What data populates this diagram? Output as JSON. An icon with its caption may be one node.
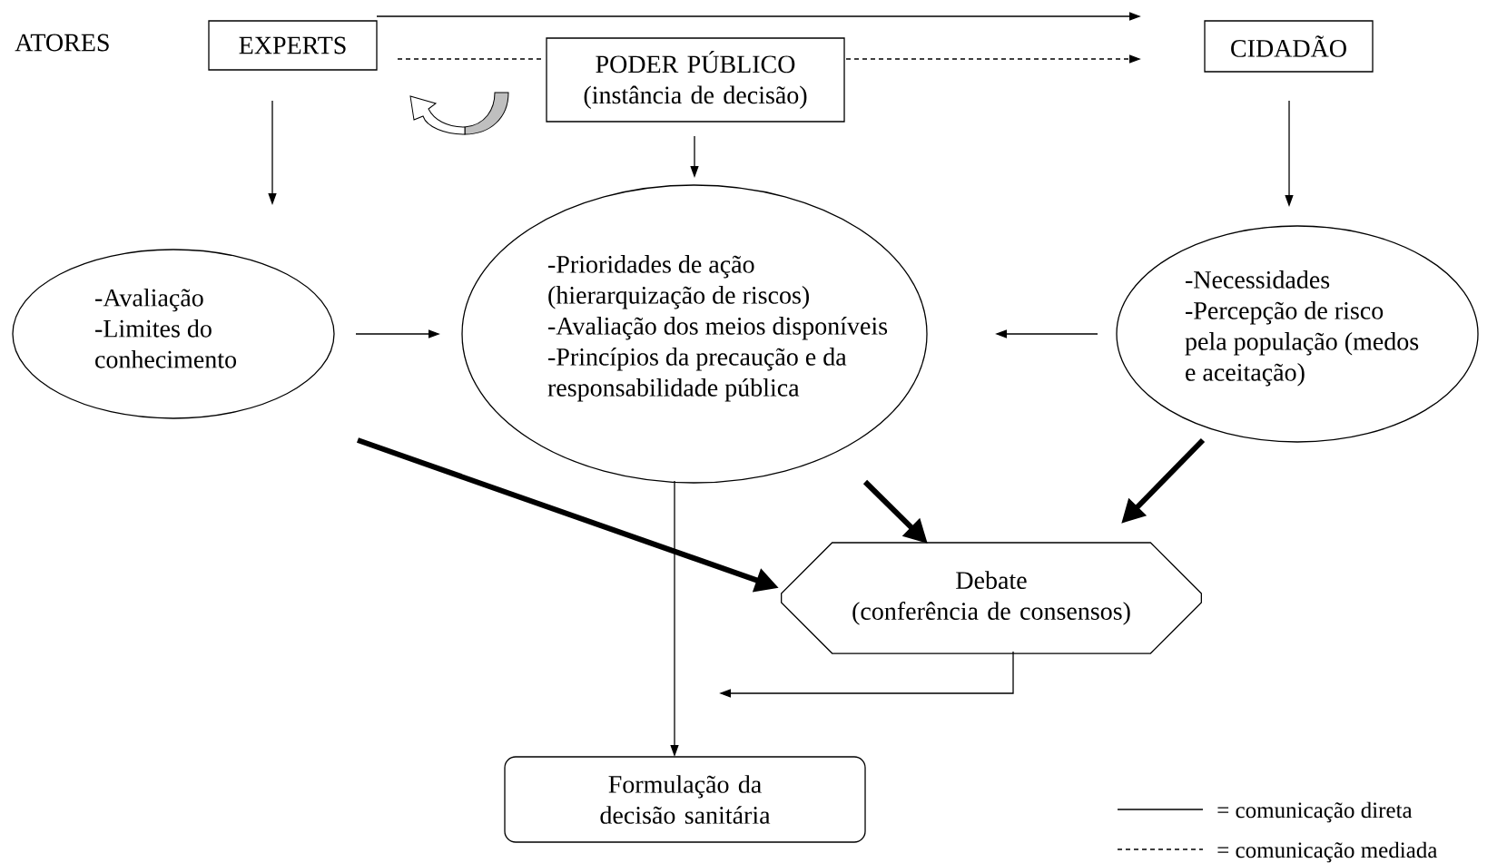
{
  "diagram": {
    "nodes": [
      {
        "text": [
          "EXPERTS"
        ]
      },
      {
        "text": [
          "PODER PÚBLICO",
          "(instância de decisão)"
        ]
      },
      {
        "text": [
          "CIDADÃO"
        ]
      },
      {
        "text": [
          "-Avaliação",
          "-Limites do conhecimento"
        ]
      },
      {
        "text": [
          "-Prioridades de ação (hierarquização de riscos)",
          "-Avaliação dos meios disponíveis",
          "-Princípios da precaução e da responsabilidade pública"
        ]
      },
      {
        "text": [
          "-Necessidades",
          "-Percepção de risco pela população (medos e aceitação)"
        ]
      },
      {
        "text": [
          "Debate",
          "(conferência de consensos)"
        ]
      },
      {
        "text": [
          "Formulação da decisão sanitária"
        ]
      }
    ],
    "edges": [
      {
        "from": 0,
        "to": 2,
        "arrow": "to"
      },
      {
        "from": 0,
        "to": 1,
        "arrow": "none",
        "style": "dashed"
      },
      {
        "from": 1,
        "to": 2,
        "arrow": "to",
        "style": "dashed"
      },
      {
        "from": 0,
        "to": 3,
        "arrow": "to"
      },
      {
        "from": 1,
        "to": 4,
        "arrow": "to"
      },
      {
        "from": 2,
        "to": 5,
        "arrow": "to"
      },
      {
        "from": 3,
        "to": 4,
        "arrow": "to"
      },
      {
        "from": 5,
        "to": 4,
        "arrow": "to"
      },
      {
        "from": 3,
        "to": 6,
        "arrow": "to",
        "style": "thick"
      },
      {
        "from": 4,
        "to": 6,
        "arrow": "to",
        "style": "thick"
      },
      {
        "from": 5,
        "to": 6,
        "arrow": "to",
        "style": "thick"
      },
      {
        "from": 4,
        "to": 7,
        "arrow": "to"
      },
      {
        "from": 6,
        "to": 7,
        "arrow": "to"
      }
    ],
    "labels": [
      "ATORES"
    ],
    "legend": [
      {
        "text": "= comunicação direta"
      },
      {
        "text": "= comunicação mediada"
      }
    ]
  }
}
